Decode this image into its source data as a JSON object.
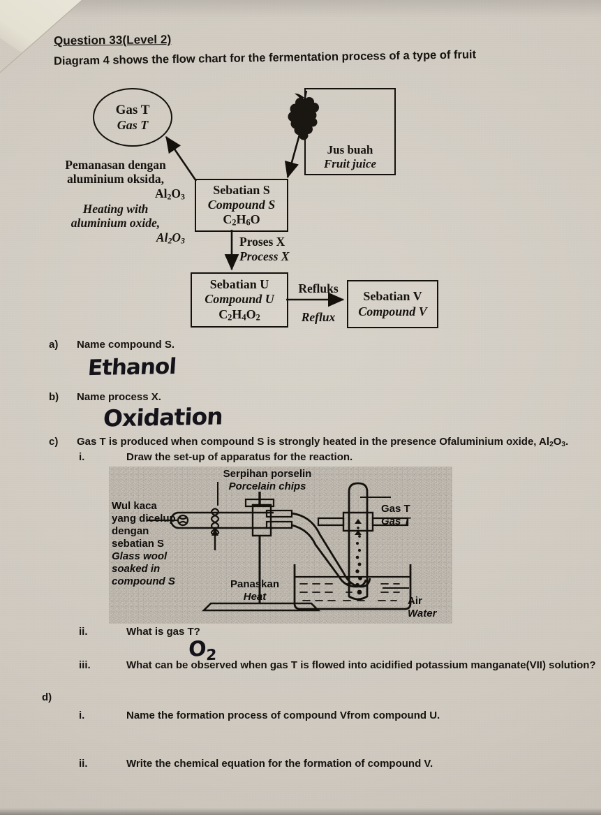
{
  "page": {
    "question_title": "Question 33(Level 2)",
    "intro": "Diagram 4 shows the flow chart for the fermentation process of a type of fruit"
  },
  "flowchart": {
    "gas_circle": {
      "malay": "Gas T",
      "english": "Gas T"
    },
    "heating_label": {
      "malay_line1": "Pemanasan dengan",
      "malay_line2": "aluminium oksida,",
      "malay_formula": "Al2O3",
      "english_line1": "Heating with",
      "english_line2": "aluminium oxide,",
      "english_formula": "Al2O3"
    },
    "compound_s_box": {
      "malay": "Sebatian S",
      "english": "Compound S",
      "formula": "C2H6O"
    },
    "fruit_juice_box": {
      "malay": "Jus buah",
      "english": "Fruit juice",
      "icon": "grape-cluster-icon"
    },
    "process_x_label": {
      "malay": "Proses X",
      "english": "Process X"
    },
    "compound_u_box": {
      "malay": "Sebatian U",
      "english": "Compound U",
      "formula": "C2H4O2"
    },
    "reflux_label": {
      "malay": "Refluks",
      "english": "Reflux"
    },
    "compound_v_box": {
      "malay": "Sebatian V",
      "english": "Compound V"
    }
  },
  "questions": {
    "a": {
      "index": "a)",
      "text": "Name compound S.",
      "answer": "Ethanol"
    },
    "b": {
      "index": "b)",
      "text": "Name process X.",
      "answer": "Oxidation"
    },
    "c": {
      "index": "c)",
      "text": "Gas T is produced when compound S is strongly heated in the presence Ofaluminium oxide, Al2O3.",
      "i": {
        "index": "i.",
        "text": "Draw the set-up of apparatus for the reaction."
      },
      "ii": {
        "index": "ii.",
        "text": "What is gas T?",
        "answer": "O2"
      },
      "iii": {
        "index": "iii.",
        "text": "What can be observed when gas T is flowed into acidified potassium manganate(VII) solution?"
      }
    },
    "d": {
      "index": "d)",
      "i": {
        "index": "i.",
        "text": "Name the formation process of compound Vfrom compound U."
      },
      "ii": {
        "index": "ii.",
        "text": "Write the chemical equation for the formation of compound V."
      }
    }
  },
  "apparatus": {
    "porcelain": {
      "malay": "Serpihan porselin",
      "english": "Porcelain chips"
    },
    "glass_wool": {
      "malay_line1": "Wul kaca",
      "malay_line2": "yang dicelup",
      "malay_line3": "dengan",
      "malay_line4": "sebatian S",
      "english_line1": "Glass wool",
      "english_line2": "soaked in",
      "english_line3": "compound S"
    },
    "heat": {
      "malay": "Panaskan",
      "english": "Heat"
    },
    "gas_t": {
      "malay": "Gas T",
      "english": "Gas T"
    },
    "water": {
      "malay": "Air",
      "english": "Water"
    }
  },
  "colors": {
    "paper": "#d4cfc6",
    "ink": "#14110d",
    "handwriting": "#15131a"
  }
}
